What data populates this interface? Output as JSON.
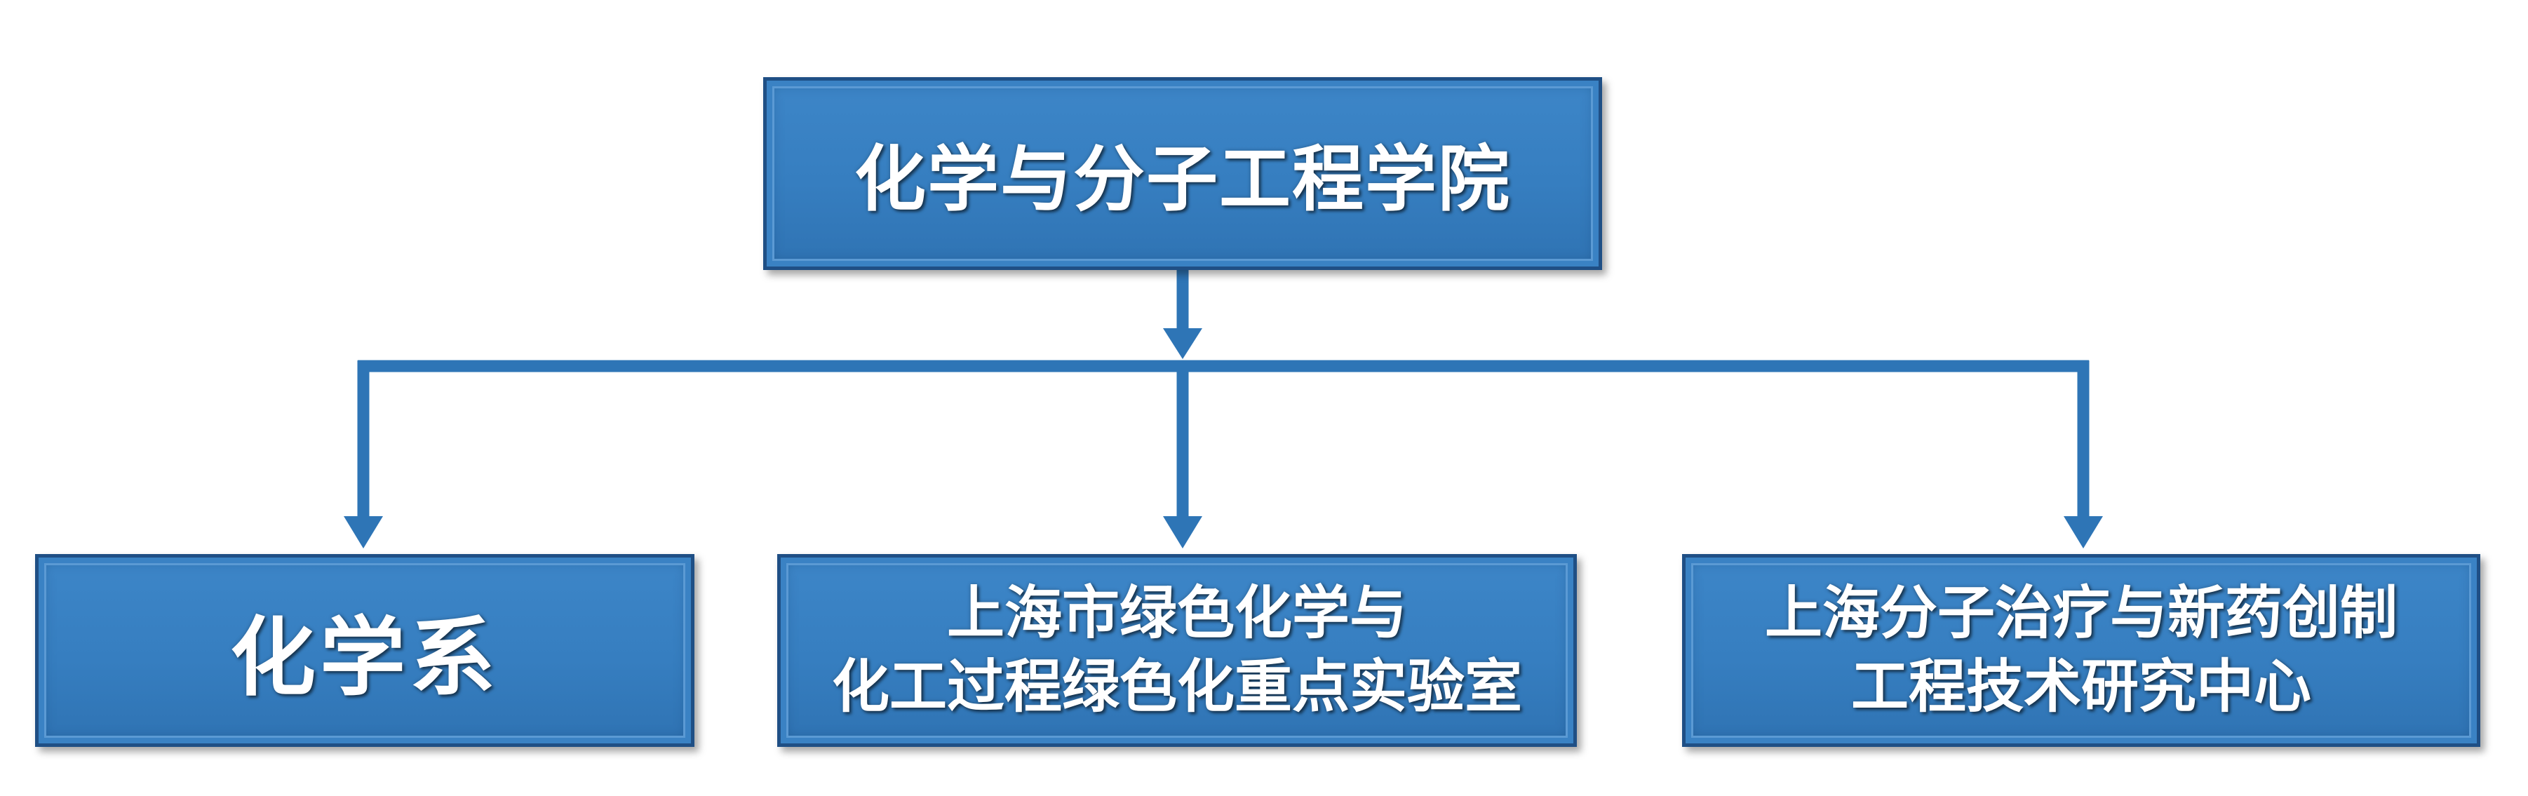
{
  "diagram": {
    "type": "org-chart",
    "colors": {
      "box_fill": "#367ec0",
      "box_border": "#1f4f85",
      "connector": "#2e75b6",
      "text": "#ffffff"
    },
    "root": {
      "label": "化学与分子工程学院"
    },
    "children": [
      {
        "lines": [
          "化学系"
        ]
      },
      {
        "lines": [
          "上海市绿色化学与",
          "化工过程绿色化重点实验室"
        ]
      },
      {
        "lines": [
          "上海分子治疗与新药创制",
          "工程技术研究中心"
        ]
      }
    ],
    "edges": [
      {
        "from": "root",
        "to": "children.0"
      },
      {
        "from": "root",
        "to": "children.1"
      },
      {
        "from": "root",
        "to": "children.2"
      }
    ]
  }
}
